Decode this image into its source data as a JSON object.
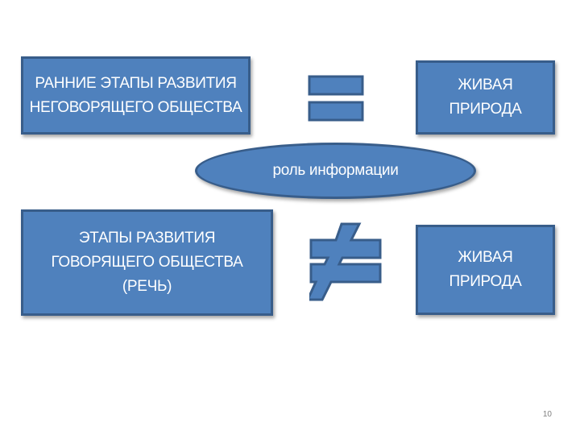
{
  "boxes": {
    "top_left": "РАННИЕ ЭТАПЫ РАЗВИТИЯ\nНЕГОВОРЯЩЕГО ОБЩЕСТВА",
    "top_right": "ЖИВАЯ\nПРИРОДА",
    "bottom_left": "ЭТАПЫ РАЗВИТИЯ\nГОВОРЯЩЕГО ОБЩЕСТВА\n(РЕЧЬ)",
    "bottom_right": "ЖИВАЯ\nПРИРОДА"
  },
  "center": {
    "label": "роль информации"
  },
  "symbols": {
    "top": "equals-icon",
    "bottom": "not-equal-icon"
  },
  "colors": {
    "box_fill": "#4f81bd",
    "box_border": "#385d8a",
    "text": "#ffffff"
  },
  "page_number": "10"
}
